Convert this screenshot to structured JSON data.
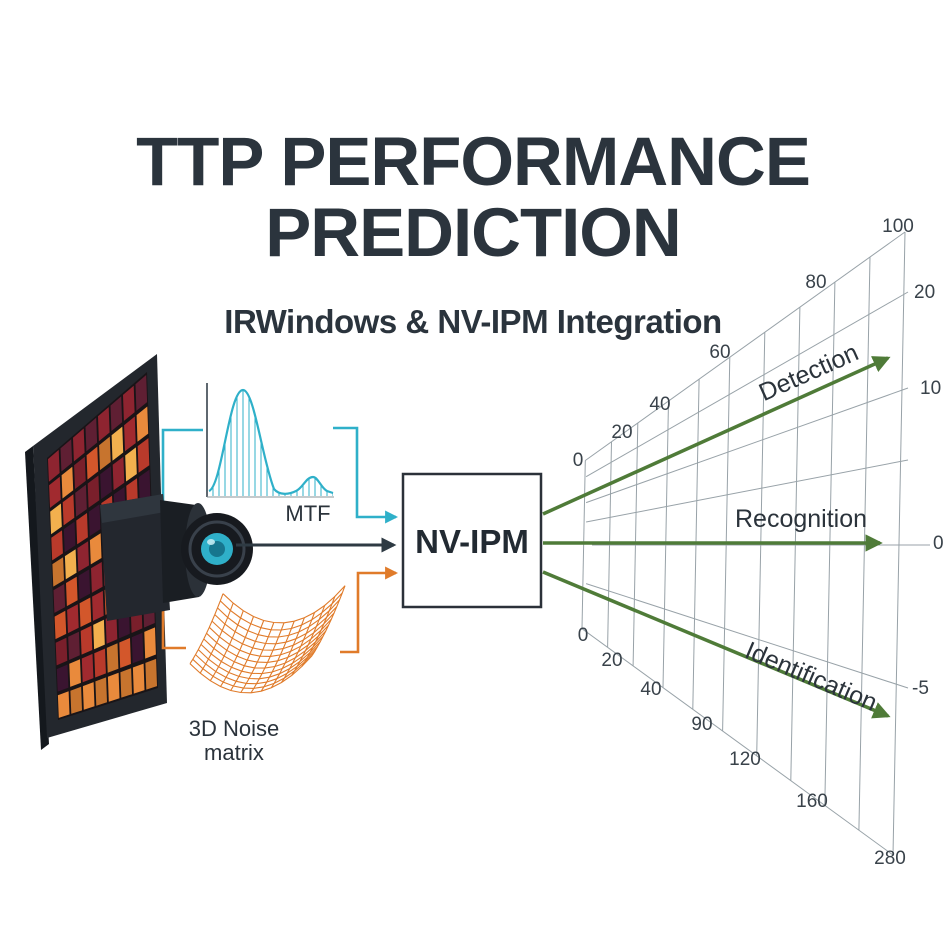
{
  "title": {
    "line1": "TTP PERFORMANCE",
    "line2": "PREDICTION",
    "subtitle": "IRWindows & NV-IPM Integration"
  },
  "model": {
    "label": "NV-IPM"
  },
  "inputs": {
    "mtf": "MTF",
    "noise_line1": "3D Noise",
    "noise_line2": "matrix"
  },
  "outputs": {
    "detection": "Detection",
    "recognition": "Recognition",
    "identification": "Identification"
  },
  "range_grid": {
    "top_labels": [
      "0",
      "20",
      "40",
      "60",
      "80",
      "100"
    ],
    "right_labels": [
      "20",
      "10",
      "0",
      "-5"
    ],
    "bottom_labels": [
      "0",
      "20",
      "40",
      "90",
      "120",
      "160",
      "280"
    ]
  },
  "colors": {
    "title_text": "#2b343d",
    "mtf_accent": "#2fb0c9",
    "noise_accent": "#e07b2a",
    "signal_arrow": "#2e3a43",
    "output_arrow": "#4f7b38",
    "grid_line": "#98a2a8",
    "heat_palette": [
      "#8e2430",
      "#b93a2b",
      "#d3572b",
      "#e98a3c",
      "#f2b04e",
      "#5f1f33",
      "#3a1430",
      "#a12a2f",
      "#c7742e",
      "#7a1f2b"
    ]
  }
}
